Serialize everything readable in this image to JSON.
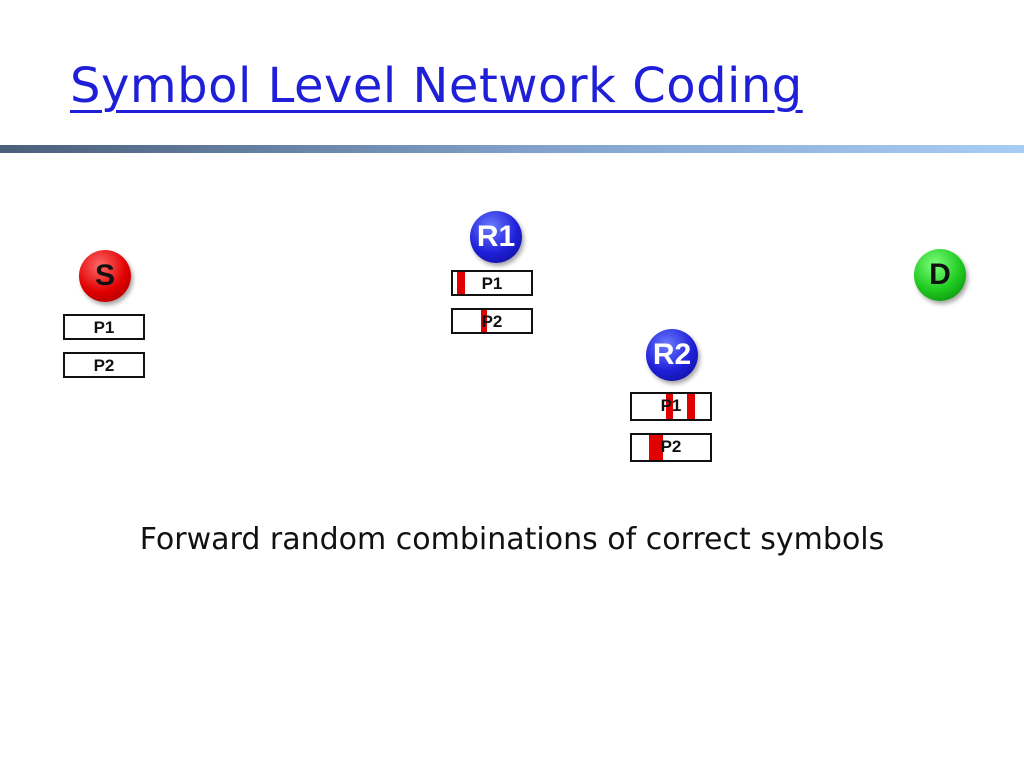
{
  "title": "Symbol Level Network Coding",
  "colors": {
    "title": "#1f1fd8",
    "source_node": "#e00000",
    "router_node": "#1f1fd8",
    "destination_node": "#1ec81e",
    "error_symbols": "#e00000"
  },
  "nodes": {
    "source": {
      "label": "S"
    },
    "r1": {
      "label": "R1"
    },
    "r2": {
      "label": "R2"
    },
    "destination": {
      "label": "D"
    }
  },
  "packets": {
    "source": [
      {
        "label": "P1",
        "has_errors": false
      },
      {
        "label": "P2",
        "has_errors": false
      }
    ],
    "r1": [
      {
        "label": "P1",
        "has_errors": true
      },
      {
        "label": "P2",
        "has_errors": true
      }
    ],
    "r2": [
      {
        "label": "P1",
        "has_errors": true
      },
      {
        "label": "P2",
        "has_errors": true
      }
    ]
  },
  "caption": "Forward random combinations of correct symbols"
}
